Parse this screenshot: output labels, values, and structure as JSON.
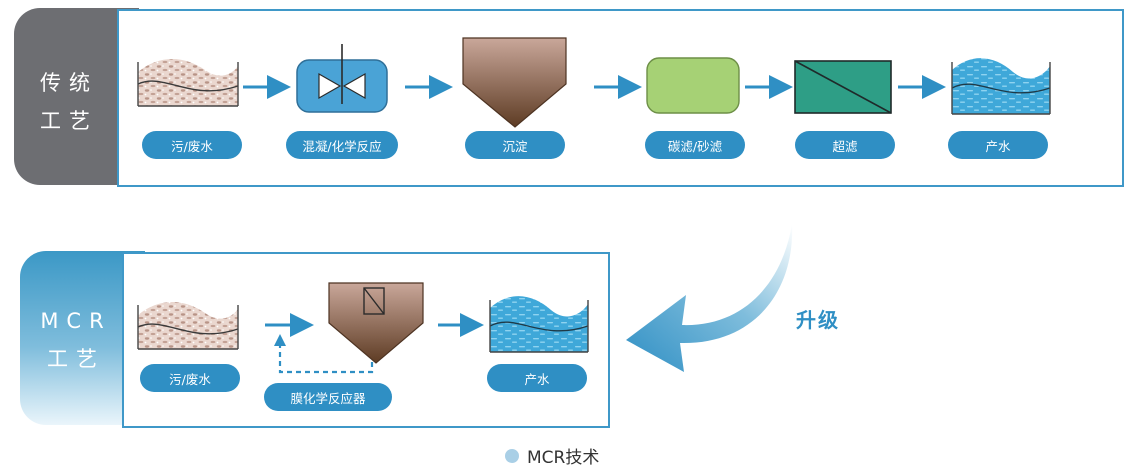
{
  "traditional": {
    "side_label_line1": "传统",
    "side_label_line2": "工艺",
    "steps": [
      "污/废水",
      "混凝/化学反应",
      "沉淀",
      "碳滤/砂滤",
      "超滤",
      "产水"
    ]
  },
  "mcr": {
    "side_label_line1": "MCR",
    "side_label_line2": "工艺",
    "steps": [
      "污/废水",
      "膜化学反应器",
      "产水"
    ]
  },
  "upgrade_label": "升级",
  "caption": "MCR技术",
  "colors": {
    "accent": "#2f8fc4",
    "panel_border": "#3f98c8",
    "gray_side": "#6d6e72",
    "mixer_tank": "#4aa3d6",
    "carbon_filter": "#a6d175",
    "ultrafilter": "#2e9e86",
    "settler_top": "#c9a79a",
    "settler_bottom": "#5e3c24"
  }
}
